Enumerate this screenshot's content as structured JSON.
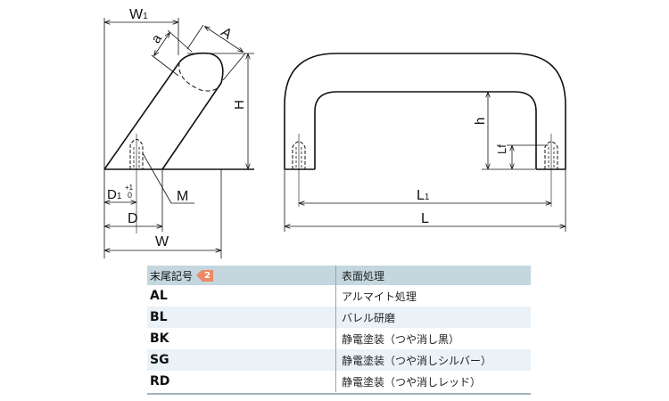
{
  "side_view": {
    "labels": {
      "w1": "W",
      "w1_sub": "1",
      "a": "a",
      "A": "A",
      "H": "H",
      "M": "M",
      "d1": "D",
      "d1_sub": "1",
      "d1_tol_upper": "+1",
      "d1_tol_lower": "0",
      "D": "D",
      "W": "W"
    }
  },
  "front_view": {
    "labels": {
      "h": "h",
      "Lf": "Lf",
      "L1": "L",
      "L1_sub": "1",
      "L": "L"
    }
  },
  "table": {
    "header": {
      "code": "末尾記号",
      "badge": "2",
      "finish": "表面処理"
    },
    "rows": [
      {
        "code": "AL",
        "finish": "アルマイト処理"
      },
      {
        "code": "BL",
        "finish": "バレル研磨"
      },
      {
        "code": "BK",
        "finish": "静電塗装（つや消し黒）"
      },
      {
        "code": "SG",
        "finish": "静電塗装（つや消しシルバー）"
      },
      {
        "code": "RD",
        "finish": "静電塗装（つや消しレッド）"
      }
    ]
  },
  "colors": {
    "header_bg": "#c4d7df",
    "alt_row_bg": "#eaf2f8",
    "badge": "#ec8a67",
    "line": "#111111"
  }
}
